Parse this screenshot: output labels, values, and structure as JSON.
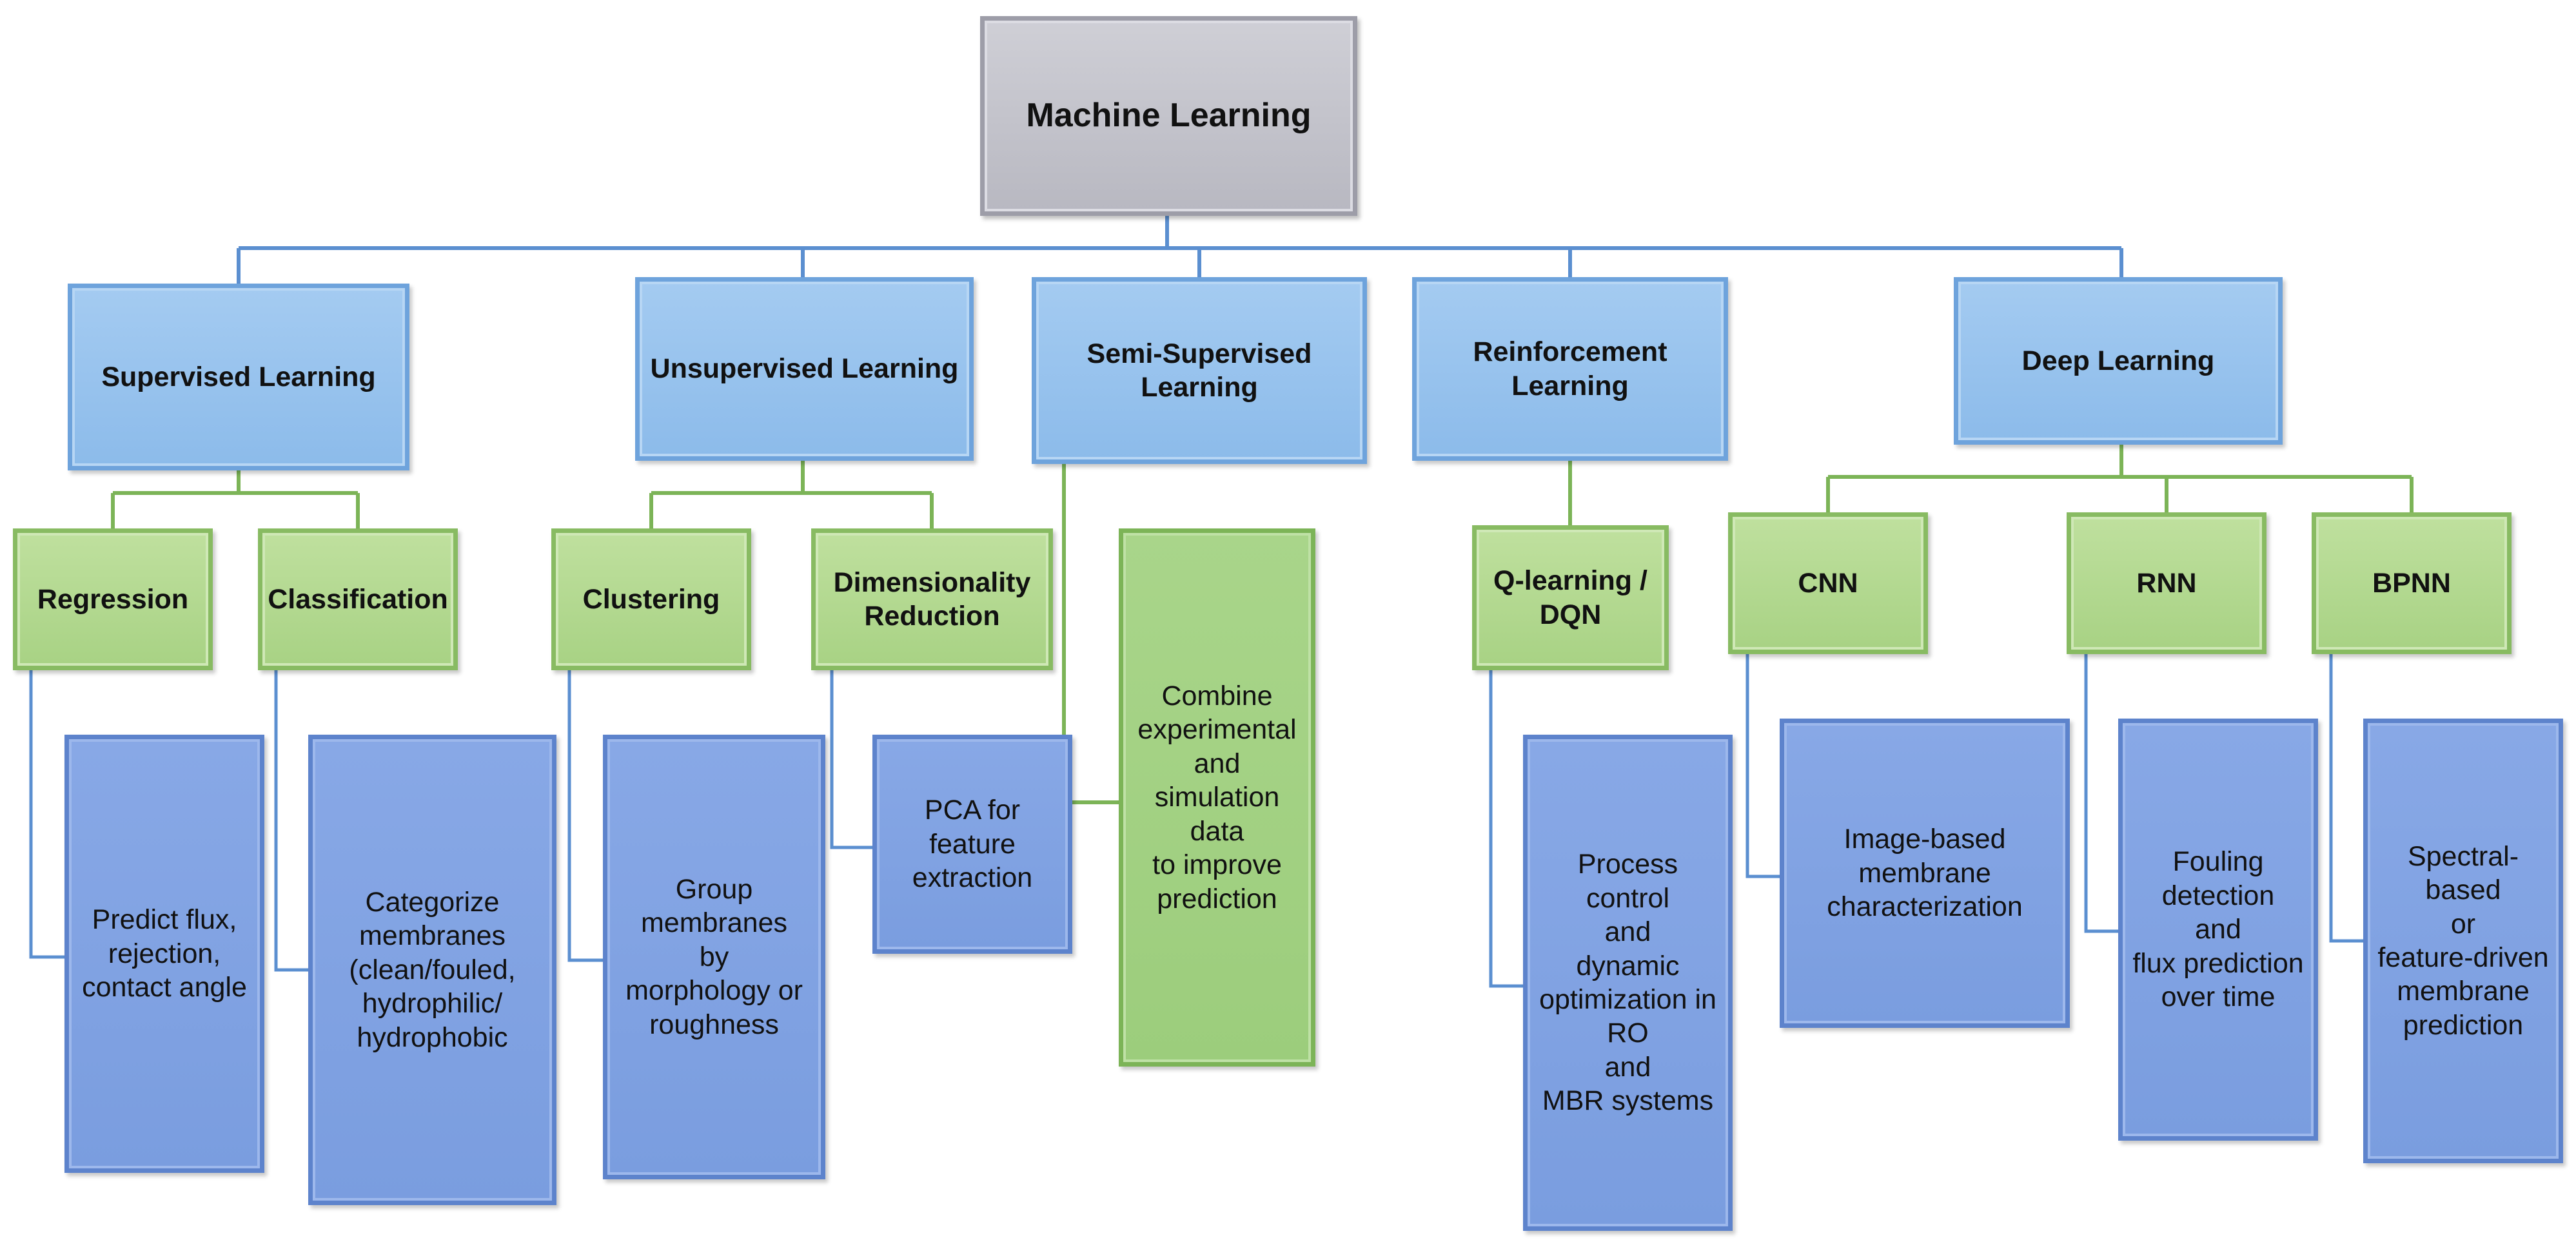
{
  "diagram": {
    "root": "Machine Learning",
    "categories": {
      "supervised": "Supervised Learning",
      "unsupervised": "Unsupervised Learning",
      "semi_supervised": "Semi-Supervised Learning",
      "reinforcement": "Reinforcement Learning",
      "deep": "Deep Learning"
    },
    "methods": {
      "regression": "Regression",
      "classification": "Classification",
      "clustering": "Clustering",
      "dimensionality_reduction": "Dimensionality\nReduction",
      "q_learning": "Q-learning /\nDQN",
      "cnn": "CNN",
      "rnn": "RNN",
      "bpnn": "BPNN"
    },
    "applications": {
      "regression": "Predict flux,\nrejection,\ncontact angle",
      "classification": "Categorize\nmembranes\n(clean/fouled,\nhydrophilic/\nhydrophobic",
      "clustering": "Group membranes\nby\nmorphology or\nroughness",
      "dimensionality_reduction": "PCA for feature\nextraction",
      "semi_supervised": "Combine\nexperimental\nand\nsimulation data\nto improve\nprediction",
      "q_learning": "Process control\nand\ndynamic\noptimization in RO\nand\nMBR systems",
      "cnn": "Image-based membrane\ncharacterization",
      "rnn": "Fouling detection\nand\nflux prediction\nover time",
      "bpnn": "Spectral-based\nor\nfeature-driven\nmembrane\nprediction"
    }
  },
  "colors": {
    "root": "#b8b8c1",
    "category": "#8cbbea",
    "method": "#a8d284",
    "application_blue": "#7a9ddf",
    "application_green": "#9ccd7c",
    "blue_connector": "#5b8fd0",
    "green_connector": "#7cb457"
  }
}
